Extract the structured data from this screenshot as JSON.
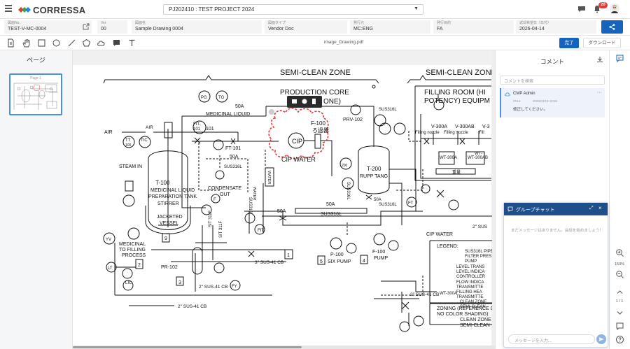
{
  "header": {
    "logo_text": "CORRESSA",
    "project_selector": "PJ202410 : TEST PROJECT 2024",
    "notification_count": "20"
  },
  "info_fields": [
    {
      "label": "図面No.",
      "value": "TEST-V-MC-0004"
    },
    {
      "label": "Ver.",
      "value": "00"
    },
    {
      "label": "図面名",
      "value": "Sample Drawing 0004"
    },
    {
      "label": "図面タイプ",
      "value": "Vendor Doc"
    },
    {
      "label": "発行元",
      "value": "MC:ENG"
    },
    {
      "label": "発行目的",
      "value": "FA"
    },
    {
      "label": "返却希望日（日付）",
      "value": "2026-04-14"
    }
  ],
  "toolbar": {
    "filename": "image_Drawing.pdf",
    "done_label": "完了",
    "download_label": "ダウンロード"
  },
  "left_panel": {
    "title": "ページ",
    "thumb_label": "Page 1"
  },
  "comments": {
    "title": "コメント",
    "search_placeholder": "コメントを検索",
    "items": [
      {
        "author": "CMP Admin",
        "id": "#CL1",
        "timestamp": "2026/03/19 10:56",
        "text": "修正してください。"
      }
    ]
  },
  "chat": {
    "title": "グループチャット",
    "empty_message": "まだメッセージはありません。会話を始めましょう！",
    "input_placeholder": "メッセージを入力..."
  },
  "viewer": {
    "zoom_level": "150%",
    "page_indicator": "1 / 1"
  },
  "drawing": {
    "zones": [
      "SEMI-CLEAN ZONE",
      "SEMI-CLEAN ZONE"
    ],
    "production_core_lines": [
      "PRODUCTION CORE",
      "ONE)"
    ],
    "filling_room_lines": [
      "FILLING ROOM (HI",
      "POTENCY) EQUIPM"
    ],
    "tank_t100": [
      "T-100",
      "MEDICINAL LIQUID",
      "PREPARATION TANK",
      "STIRRER",
      "JACKETED",
      "VESSEL"
    ],
    "tank_t200": [
      "T-200",
      "RUPP TANG"
    ],
    "legend_title": "LEGEND:",
    "legend_items": [
      "SUS316L PIPE",
      "FILTER PRES",
      "PUMP",
      "LEVEL TRANS",
      "LEVEL INDICA",
      "CONTROLLER",
      "FLOW INDICA",
      "TRANSMITTE",
      "FILLING HEA",
      "TRANSMITTE",
      "CLEAN ZONE",
      "SEMI-CLEAN"
    ],
    "zoning_lines": [
      "ZONING (REFERENCE C",
      "NO COLOR SHADING):",
      "CLEAN ZONE",
      "SEMI-CLEAN"
    ],
    "labels": {
      "medicinal_liquid": "MEDICINAL LIQUID",
      "air": "AIR",
      "air2": "AIR",
      "steam_in": "STEAM IN",
      "condensate": "CONDENSATE",
      "out": "OUT",
      "medicinal_to": "MEDICINAL",
      "to_filling": "TO FILLING",
      "process": "PROCESS",
      "cip": "CIP",
      "cip_water": "CIP WATER",
      "cip_water2": "CIP WATER",
      "f100": "F-100",
      "filter_jp": "ろ過器",
      "prv": "PRV-102",
      "pr102": "PR-102",
      "p100": "P-100",
      "six_pump": "SIX PUMP",
      "f100_pump": "F-100",
      "pump": "PUMP",
      "fit101": "FIT-",
      "fit101b": "101",
      "fit101c": "101",
      "ft101": "FT-101",
      "sus316l_a": "SUS316L",
      "sus316l_b": "SUS316L",
      "sus316l_c": "SUS316L",
      "sus316l_d": "SUS316L",
      "sus316l_e": "SUS316L",
      "sus316l_f": "SUS316L",
      "a50_1": "50A",
      "a50_2": "50A",
      "a50_3": "50A",
      "a50_4": "50A",
      "a50_5": "50A",
      "sit311f": "SIT 311F",
      "sit311f_b": "SIT 311F",
      "sus41cb_1": "3\" SUS-41 CB",
      "sus41cb_2": "2\" SUS-41 CB",
      "sus41cb_3": "2\" SUS-41 CB",
      "sus41cb_4": "2\" SUS-41 CB",
      "sus_right": "2\" SUS",
      "v300a": "V-300A",
      "v300ab": "V-300AB",
      "v3": "V-3",
      "filling_nozzle": "Filling nozzle",
      "filling_nozzle2": "Filling nozzle",
      "fill": "Fill",
      "wt300a": "WT-300A",
      "wt300ab": "WT-300AB",
      "wt_short": "WT-",
      "wt300a_leg": "WT-300A",
      "jyuryo": "重量",
      "water": "WATER",
      "water2": "WATER",
      "pg": "PG",
      "tg": "TG",
      "tt": "TT",
      "tic": "TIC",
      "n100": "100",
      "lic": "LIC",
      "lt": "LT",
      "fit": "FIT",
      "ft": "FT",
      "fy": "FY",
      "yv": "YV",
      "f": "F",
      "n1": "1",
      "n2": "2",
      "n3": "3",
      "n4": "4",
      "n5": "5",
      "n9": "9",
      "n200": "200"
    }
  }
}
